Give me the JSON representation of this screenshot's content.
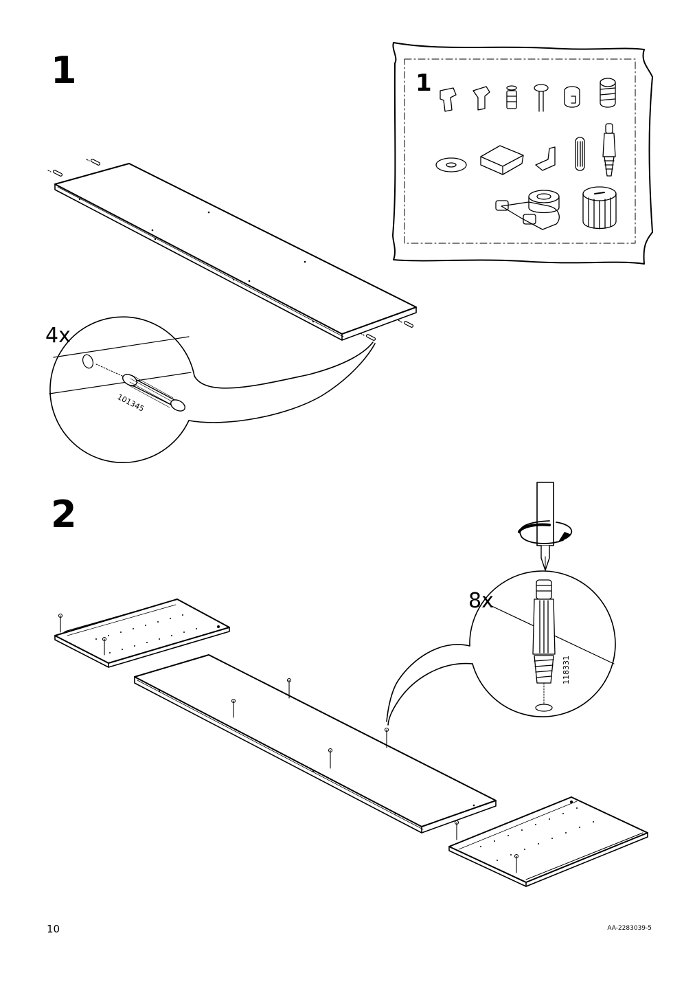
{
  "step1": {
    "number": "1",
    "bag_number": "1",
    "quantity": "4x",
    "part_number": "101345"
  },
  "step2": {
    "number": "2",
    "quantity": "8x",
    "part_number": "118331"
  },
  "footer": {
    "page_number": "10",
    "document_id": "AA-2283039-5"
  }
}
